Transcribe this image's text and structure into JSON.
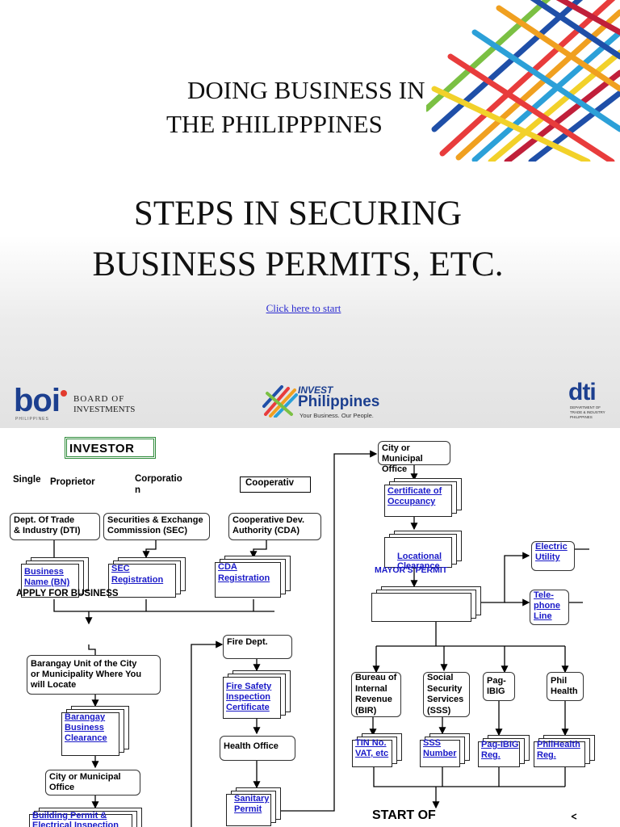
{
  "slide": {
    "title_line1": "DOING BUSINESS IN",
    "title_line2": "THE PHILIPPPINES",
    "heading_line1": "STEPS IN SECURING",
    "heading_line2": "BUSINESS PERMITS, ETC.",
    "start_link": "Click here to start",
    "logos": {
      "boi_short": "boi",
      "boi_line1": "BOARD OF",
      "boi_line2": "INVESTMENTS",
      "boi_country": "PHILIPPINES",
      "invest_line1": "INVEST",
      "invest_line2": "Philippines",
      "invest_tagline": "Your Business. Our People.",
      "dti_short": "dti",
      "dti_line1": "DEPARTMENT OF",
      "dti_line2": "TRADE & INDUSTRY",
      "dti_line3": "PHILIPPINES"
    }
  },
  "flowchart": {
    "investor": "INVESTOR",
    "single": "Single",
    "proprietor": "Proprietor",
    "corporation_l1": "Corporatio",
    "corporation_l2": "n",
    "cooperative": "Cooperativ",
    "dti_l1": "Dept. Of Trade",
    "dti_l2": "& Industry (DTI)",
    "sec_l1": "Securities & Exchange",
    "sec_l2": "Commission (SEC)",
    "cda_l1": "Cooperative Dev.",
    "cda_l2": "Authority (CDA)",
    "bn_l1": "Business",
    "bn_l2": "Name (BN)",
    "secreg_l1": "SEC",
    "secreg_l2": "Registration",
    "cdareg_l1": "CDA",
    "cdareg_l2": "Registration",
    "apply": "APPLY FOR BUSINESS",
    "barangay_l1": "Barangay Unit of the City",
    "barangay_l2": "or Municipality Where You",
    "barangay_l3": "will Locate",
    "brgy_clear_l1": "Barangay",
    "brgy_clear_l2": "Business",
    "brgy_clear_l3": "Clearance",
    "city_mun_l1": "City or Municipal",
    "city_mun_l2": "Office",
    "building_l1": "Building Permit &",
    "building_l2": "Electrical Inspection",
    "fire_dept": "Fire Dept.",
    "fsic_l1": "Fire Safety",
    "fsic_l2": "Inspection",
    "fsic_l3": "Certificate",
    "health": "Health Office",
    "sanitary_l1": "Sanitary",
    "sanitary_l2": "Permit",
    "city_mun2_l1": "City or Municipal",
    "city_mun2_l2": "Office",
    "occupancy_l1": "Certificate of",
    "occupancy_l2": "Occupancy",
    "locational_l1": "Locational",
    "locational_l2": "Clearance",
    "mayors": "MAYOR'S PERMIT",
    "electric_l1": "Electric",
    "electric_l2": "Utility",
    "tele_l1": "Tele-",
    "tele_l2": "phone",
    "tele_l3": "Line",
    "bir_l1": "Bureau of",
    "bir_l2": "Internal",
    "bir_l3": "Revenue",
    "bir_l4": "(BIR)",
    "sss_l1": "Social",
    "sss_l2": "Security",
    "sss_l3": "Services",
    "sss_l4": "(SSS)",
    "pagibig_l1": "Pag-",
    "pagibig_l2": "IBIG",
    "phil_l1": "Phil",
    "phil_l2": "Health",
    "tin_l1": "TIN No.",
    "tin_l2": "VAT, etc",
    "sssnum_l1": "SSS",
    "sssnum_l2": "Number",
    "pagreg_l1": "Pag-IBIG",
    "pagreg_l2": "Reg.",
    "philreg_l1": "PhilHealth",
    "philreg_l2": "Reg.",
    "start_of": "START OF"
  },
  "colors": {
    "investor_border": "#2e8b3a",
    "link_blue": "#1a1ac8"
  }
}
